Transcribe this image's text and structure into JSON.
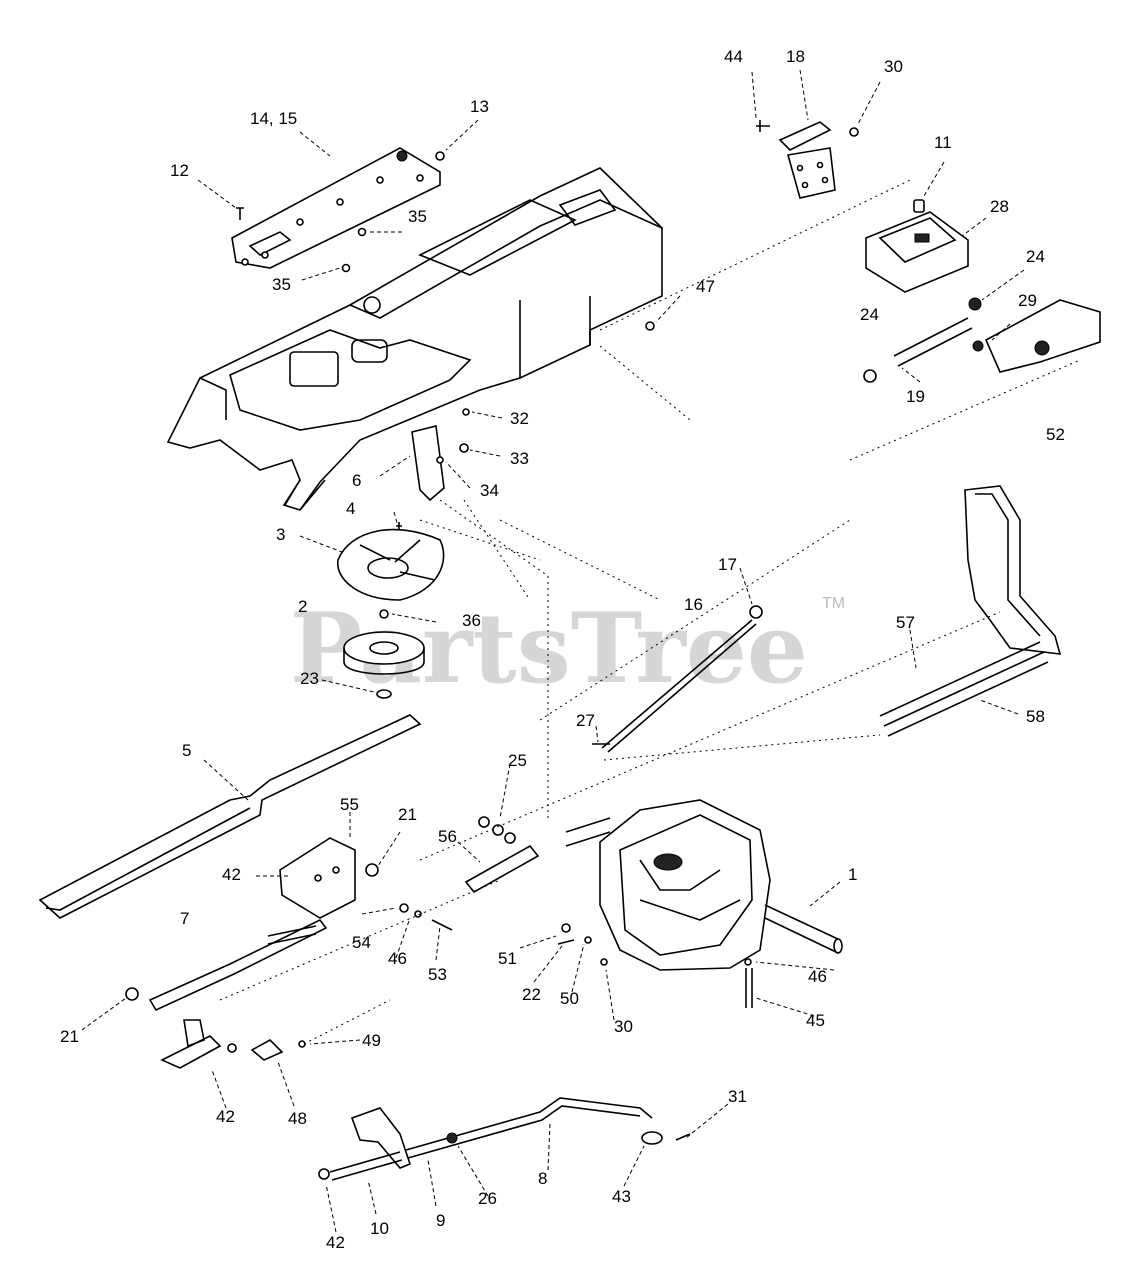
{
  "watermark": {
    "text": "PartsTree",
    "trademark": "TM"
  },
  "callouts": [
    {
      "id": "c44",
      "label": "44"
    },
    {
      "id": "c18",
      "label": "18"
    },
    {
      "id": "c30a",
      "label": "30"
    },
    {
      "id": "c13",
      "label": "13"
    },
    {
      "id": "c1415",
      "label": "14, 15"
    },
    {
      "id": "c12",
      "label": "12"
    },
    {
      "id": "c35a",
      "label": "35"
    },
    {
      "id": "c35b",
      "label": "35"
    },
    {
      "id": "c11",
      "label": "11"
    },
    {
      "id": "c28",
      "label": "28"
    },
    {
      "id": "c24a",
      "label": "24"
    },
    {
      "id": "c24b",
      "label": "24"
    },
    {
      "id": "c47",
      "label": "47"
    },
    {
      "id": "c29",
      "label": "29"
    },
    {
      "id": "c19",
      "label": "19"
    },
    {
      "id": "c52",
      "label": "52"
    },
    {
      "id": "c32",
      "label": "32"
    },
    {
      "id": "c33",
      "label": "33"
    },
    {
      "id": "c6",
      "label": "6"
    },
    {
      "id": "c34",
      "label": "34"
    },
    {
      "id": "c4",
      "label": "4"
    },
    {
      "id": "c3",
      "label": "3"
    },
    {
      "id": "c17",
      "label": "17"
    },
    {
      "id": "c2",
      "label": "2"
    },
    {
      "id": "c16",
      "label": "16"
    },
    {
      "id": "c36",
      "label": "36"
    },
    {
      "id": "c57",
      "label": "57"
    },
    {
      "id": "c23",
      "label": "23"
    },
    {
      "id": "c58",
      "label": "58"
    },
    {
      "id": "c27",
      "label": "27"
    },
    {
      "id": "c5",
      "label": "5"
    },
    {
      "id": "c25",
      "label": "25"
    },
    {
      "id": "c55",
      "label": "55"
    },
    {
      "id": "c21a",
      "label": "21"
    },
    {
      "id": "c56",
      "label": "56"
    },
    {
      "id": "c42a",
      "label": "42"
    },
    {
      "id": "c1",
      "label": "1"
    },
    {
      "id": "c7",
      "label": "7"
    },
    {
      "id": "c54",
      "label": "54"
    },
    {
      "id": "c46a",
      "label": "46"
    },
    {
      "id": "c53",
      "label": "53"
    },
    {
      "id": "c51",
      "label": "51"
    },
    {
      "id": "c22",
      "label": "22"
    },
    {
      "id": "c50",
      "label": "50"
    },
    {
      "id": "c46b",
      "label": "46"
    },
    {
      "id": "c21b",
      "label": "21"
    },
    {
      "id": "c30b",
      "label": "30"
    },
    {
      "id": "c45",
      "label": "45"
    },
    {
      "id": "c49",
      "label": "49"
    },
    {
      "id": "c42b",
      "label": "42"
    },
    {
      "id": "c48",
      "label": "48"
    },
    {
      "id": "c31",
      "label": "31"
    },
    {
      "id": "c26",
      "label": "26"
    },
    {
      "id": "c8",
      "label": "8"
    },
    {
      "id": "c43",
      "label": "43"
    },
    {
      "id": "c9",
      "label": "9"
    },
    {
      "id": "c10",
      "label": "10"
    },
    {
      "id": "c42c",
      "label": "42"
    }
  ]
}
